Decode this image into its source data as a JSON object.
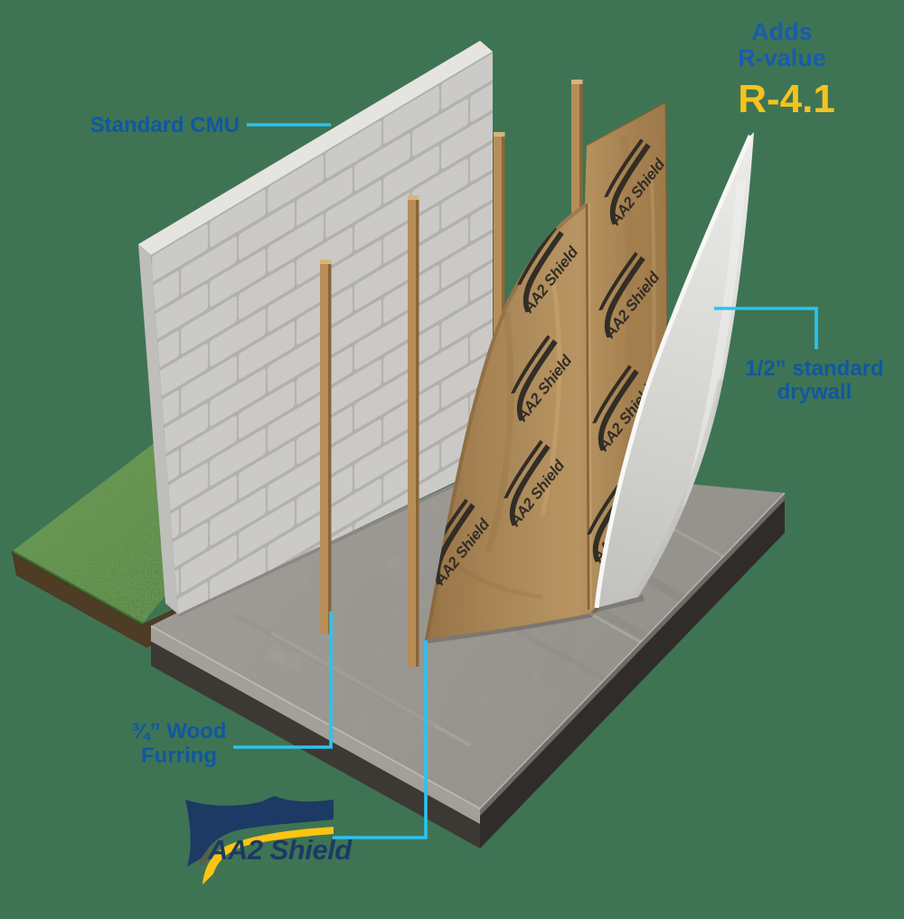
{
  "scene": {
    "background_color": "#3e7454",
    "accent_cyan": "#2bc3f0",
    "label_blue": "#1157a2",
    "highlight_yellow": "#f4c31e",
    "brand_navy": "#1d3a64",
    "membrane_tan": "#b28c5a",
    "concrete_gray": "#b1ada8"
  },
  "callouts": {
    "cmu": {
      "label": "Standard CMU"
    },
    "furring": {
      "line1": "¾” Wood",
      "line2": "Furring"
    },
    "drywall": {
      "line1": "1/2” standard",
      "line2": "drywall"
    },
    "r_value": {
      "line1": "Adds",
      "line2": "R-value",
      "value": "R-4.1"
    }
  },
  "brand": {
    "name": "AA2 Shield",
    "print_label": "AA2 Shield"
  }
}
